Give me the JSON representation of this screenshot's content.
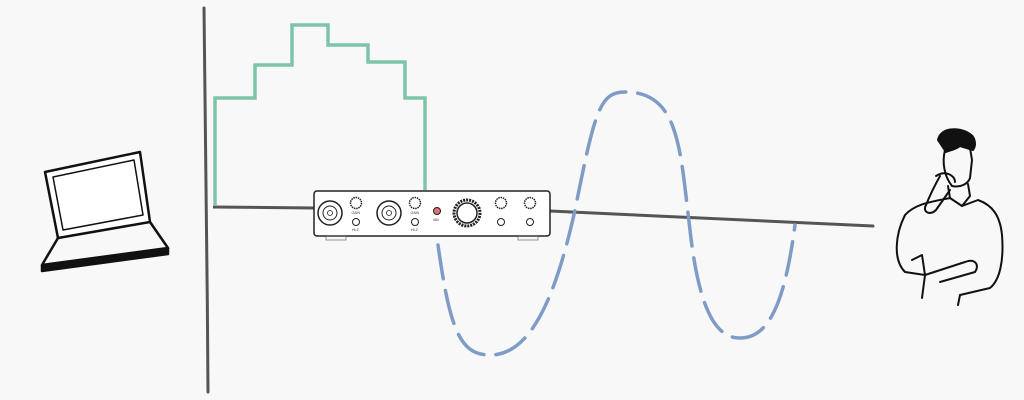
{
  "colors": {
    "background": "#f8f8f8",
    "digital_signal": "#7dc4a8",
    "analog_signal": "#7f9cc6",
    "axis": "#555555",
    "led": "#e07070"
  },
  "icons": [
    "laptop-icon",
    "audio-interface-icon",
    "thinking-person-icon"
  ],
  "interface": {
    "gain_label_1": "GAIN",
    "gain_label_2": "GAIN",
    "hiz_label_1": "HI-Z",
    "hiz_label_2": "HI-Z",
    "phantom_label": "48V"
  }
}
